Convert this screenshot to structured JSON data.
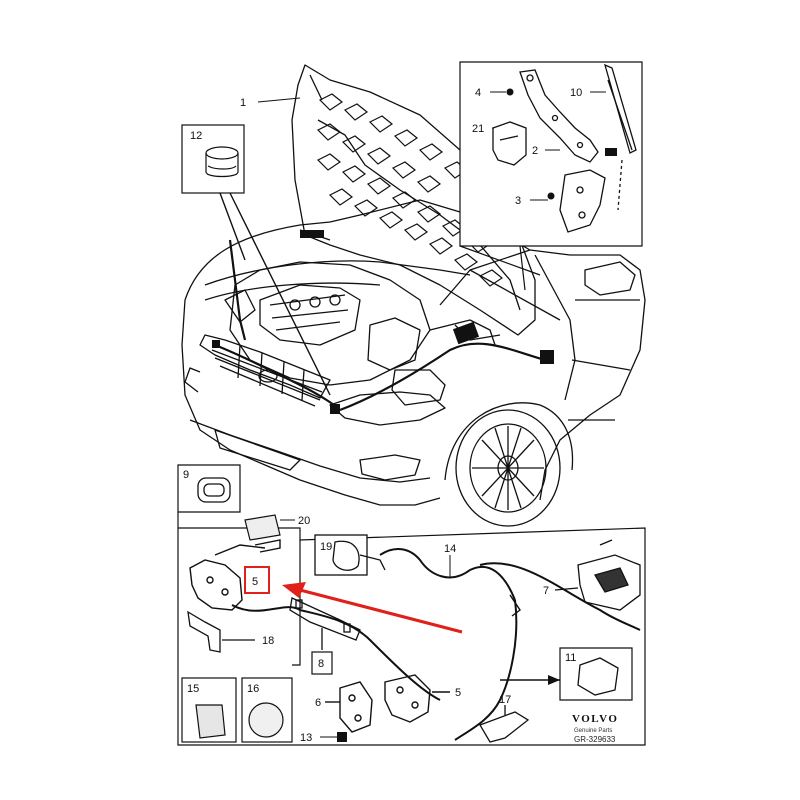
{
  "callouts": {
    "c1": "1",
    "c2": "2",
    "c3": "3",
    "c4": "4",
    "c5_highlight": "5",
    "c5_lower": "5",
    "c6": "6",
    "c7": "7",
    "c8": "8",
    "c9": "9",
    "c10": "10",
    "c11": "11",
    "c12": "12",
    "c13": "13",
    "c14": "14",
    "c15": "15",
    "c16": "16",
    "c17": "17",
    "c18": "18",
    "c19": "19",
    "c20": "20",
    "c21": "21"
  },
  "brand": {
    "name": "VOLVO",
    "subtitle": "Genuine Parts",
    "reference": "GR-329633"
  },
  "colors": {
    "line": "#111111",
    "highlight": "#e0211b"
  }
}
